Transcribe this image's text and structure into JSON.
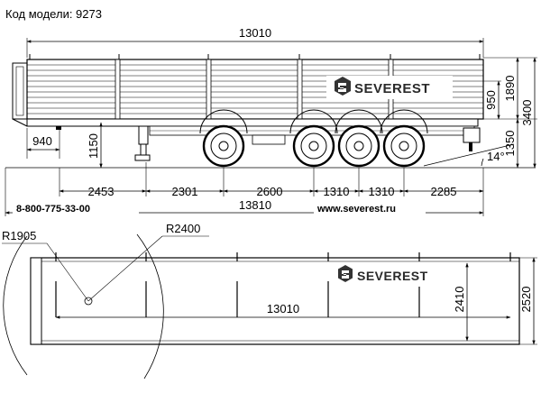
{
  "header": {
    "model_label": "Код модели: 9273"
  },
  "brand": {
    "name": "SEVEREST"
  },
  "contacts": {
    "phone": "8-800-775-33-00",
    "website": "www.severest.ru"
  },
  "side_view": {
    "overall_length": "13010",
    "front_overhang": "940",
    "kingpin_height": "1150",
    "body_side_height": "950",
    "body_height": "1890",
    "total_height": "3400",
    "frame_height": "1350",
    "tipping_angle": "14°",
    "spacings": [
      "2453",
      "2301",
      "2600",
      "1310",
      "1310",
      "2285"
    ],
    "total_wheelbase_length": "13810"
  },
  "top_view": {
    "front_radius": "R1905",
    "rear_radius": "R2400",
    "body_length": "13010",
    "body_width": "2410",
    "total_width": "2520"
  }
}
